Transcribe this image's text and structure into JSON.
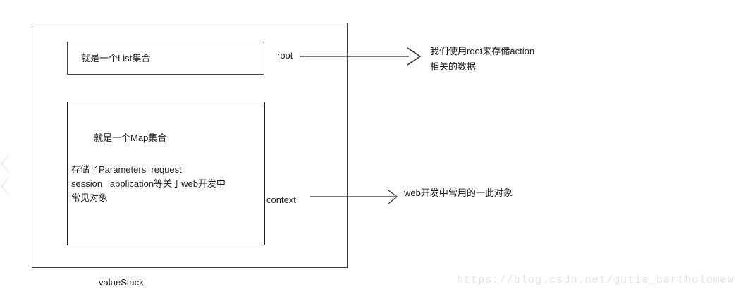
{
  "diagram": {
    "title_label": "valueStack",
    "outer_container_name": "valueStack",
    "boxes": {
      "list_box": {
        "label": "就是一个List集合",
        "pointer_label": "root"
      },
      "map_box": {
        "title": "就是一个Map集合",
        "body": "存储了Parameters  request\nsession   application等关于web开发中\n常见对象",
        "pointer_label": "context"
      }
    },
    "annotations": {
      "root_note": "我们使用root来存储action\n相关的数据",
      "context_note": "web开发中常用的一此对象"
    },
    "watermark": "https://blog.csdn.net/gutie_bartholomew",
    "colors": {
      "stroke": "#3a3a3a",
      "text": "#1a1a1a",
      "watermark": "#e2e2e2",
      "background": "#ffffff"
    }
  }
}
